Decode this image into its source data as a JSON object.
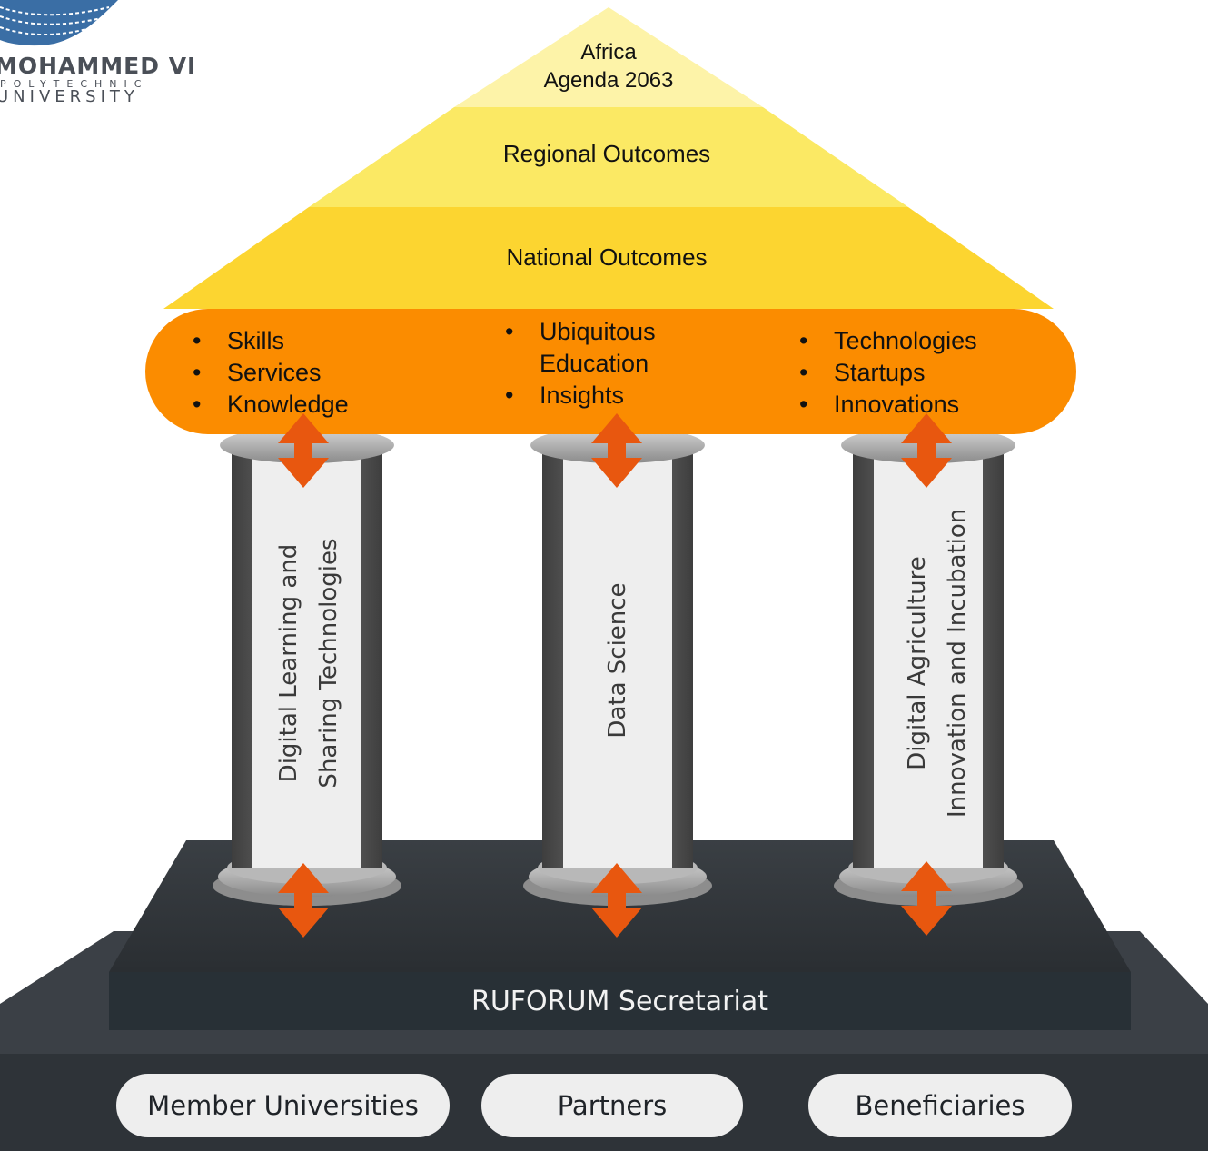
{
  "logo": {
    "line1": "MOHAMMED VI",
    "line2": "POLYTECHNIC",
    "line3": "UNIVERSITY",
    "icon": "wave-grid-logo-icon"
  },
  "roof": {
    "top": [
      "Africa",
      "Agenda 2063"
    ],
    "regional": "Regional Outcomes",
    "national": "National Outcomes"
  },
  "beam": {
    "left": [
      "Skills",
      "Services",
      "Knowledge"
    ],
    "middle": [
      "Ubiquitous",
      "Education",
      "Insights"
    ],
    "right": [
      "Technologies",
      "Startups",
      "Innovations"
    ]
  },
  "pillars": {
    "left": [
      "Digital Learning and",
      "Sharing Technologies"
    ],
    "middle": [
      "Data Science"
    ],
    "right": [
      "Digital Agriculture",
      "Innovation and Incubation"
    ]
  },
  "base": {
    "secretariat": "RUFORUM Secretariat",
    "stakeholders": [
      "Member Universities",
      "Partners",
      "Beneficiaries"
    ]
  },
  "colors": {
    "roof_top": "#fdf3a8",
    "roof_mid": "#fbe964",
    "roof_low": "#fcd530",
    "beam": "#fb8c00",
    "arrow": "#e8570f",
    "base_dark": "#2e3338",
    "pillar_shaft": "#5c5c5c",
    "pillar_face": "#eeeeee"
  }
}
